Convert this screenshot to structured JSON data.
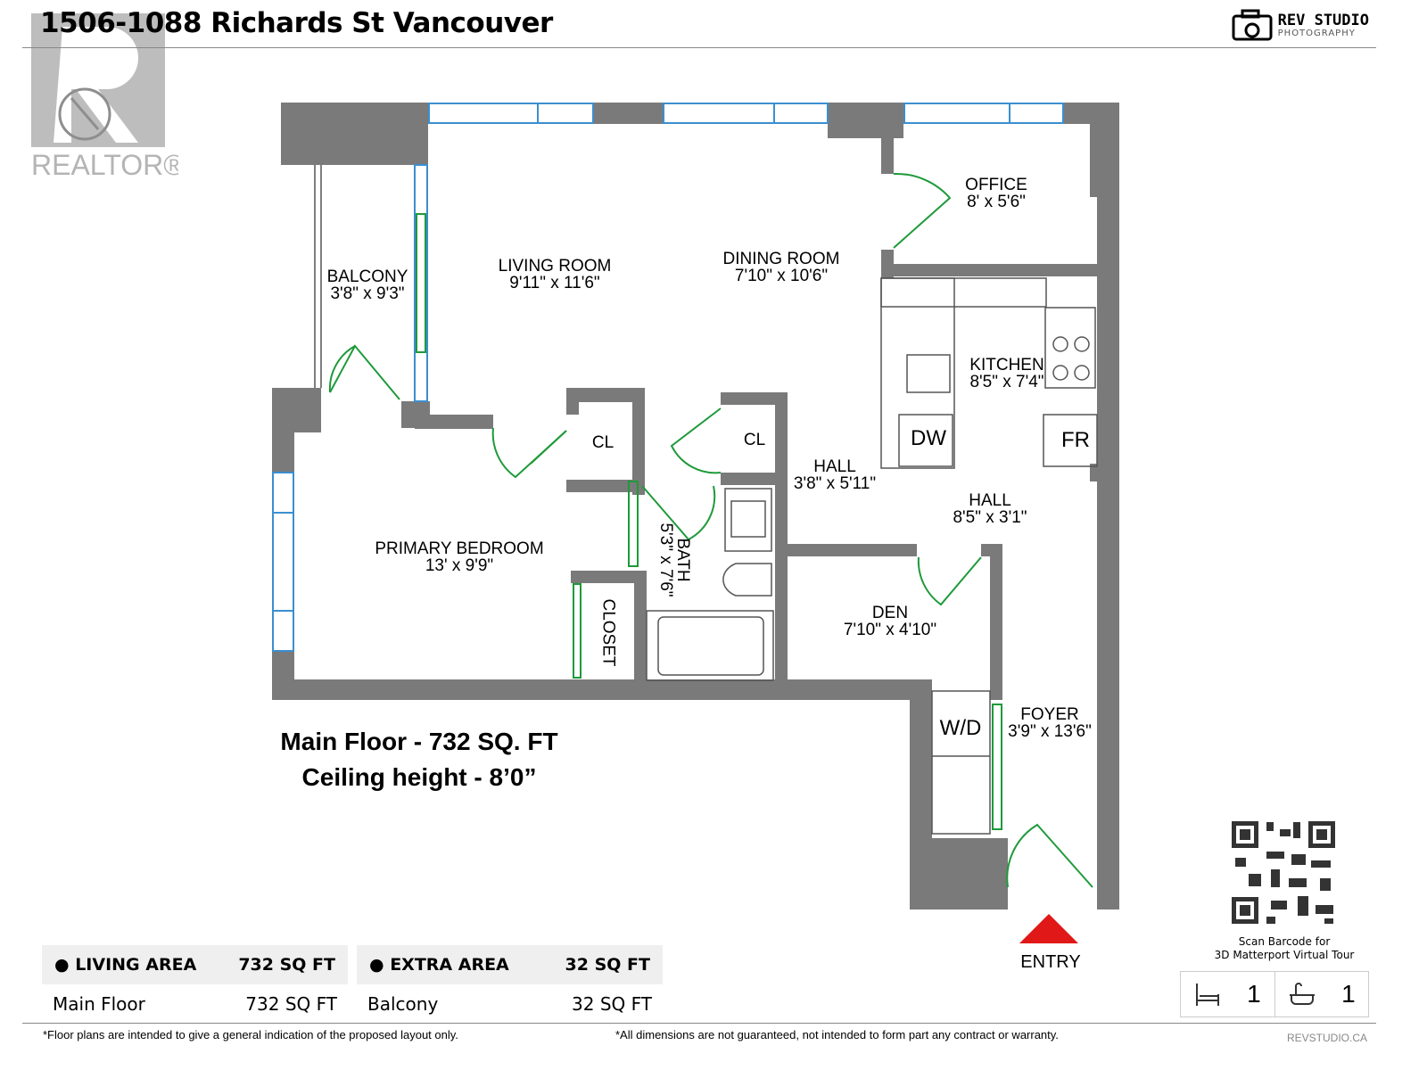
{
  "header": {
    "title": "1506-1088 Richards St Vancouver",
    "brand_name": "REV STUDIO",
    "brand_sub": "PHOTOGRAPHY",
    "realtor_logo": "REALTOR®"
  },
  "rooms": [
    {
      "name": "BALCONY",
      "dims": "3'8\" x 9'3\""
    },
    {
      "name": "LIVING ROOM",
      "dims": "9'11\" x 11'6\""
    },
    {
      "name": "DINING ROOM",
      "dims": "7'10\" x 10'6\""
    },
    {
      "name": "OFFICE",
      "dims": "8' x 5'6\""
    },
    {
      "name": "KITCHEN",
      "dims": "8'5\" x 7'4\""
    },
    {
      "name": "HALL",
      "dims": "3'8\" x 5'11\""
    },
    {
      "name": "HALL",
      "dims": "8'5\" x 3'1\""
    },
    {
      "name": "PRIMARY BEDROOM",
      "dims": "13' x 9'9\""
    },
    {
      "name": "BATH",
      "dims": "5'3\" x 7'6\""
    },
    {
      "name": "DEN",
      "dims": "7'10\" x 4'10\""
    },
    {
      "name": "FOYER",
      "dims": "3'9\" x 13'6\""
    }
  ],
  "fixtures": {
    "cl1": "CL",
    "cl2": "CL",
    "closet": "CLOSET",
    "dw": "DW",
    "fr": "FR",
    "wd": "W/D",
    "entry": "ENTRY"
  },
  "summary": {
    "line1": "Main Floor - 732 SQ. FT",
    "line2": "Ceiling height - 8’0”"
  },
  "living_area": {
    "label": "LIVING AREA",
    "total": "732 SQ FT",
    "rows": [
      {
        "name": "Main Floor",
        "value": "732 SQ FT"
      }
    ]
  },
  "extra_area": {
    "label": "EXTRA AREA",
    "total": "32 SQ FT",
    "rows": [
      {
        "name": "Balcony",
        "value": "32 SQ FT"
      }
    ]
  },
  "qr": {
    "caption1": "Scan Barcode for",
    "caption2": "3D Matterport Virtual Tour"
  },
  "counts": {
    "beds": "1",
    "baths": "1",
    "bed_icon": "bed-icon",
    "bath_icon": "bathtub-icon"
  },
  "footer": {
    "left": "*Floor plans are intended to give a general indication of the proposed layout only.",
    "right": "*All dimensions are not guaranteed, not intended to form part any contract or warranty.",
    "site": "REVSTUDIO.CA"
  },
  "colors": {
    "wall": "#7a7a7a",
    "window": "#3b8fd0",
    "door": "#1e9a3a",
    "entry": "#e01818"
  }
}
